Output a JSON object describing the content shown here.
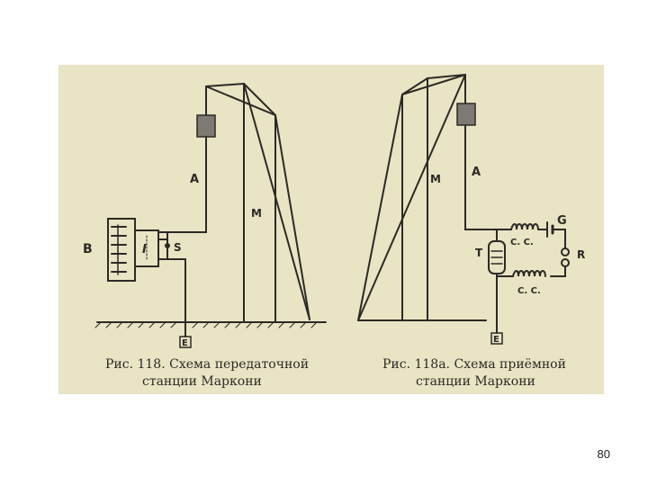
{
  "left_diagram": {
    "labels": {
      "antenna": "A",
      "mast": "M",
      "battery": "B",
      "coil": "I",
      "spark_gap": "S",
      "earth": "E"
    },
    "caption_line1": "Рис. 118. Схема передаточной",
    "caption_line2": "станции Маркони"
  },
  "right_diagram": {
    "labels": {
      "mast": "M",
      "antenna": "A",
      "coherer": "T",
      "cc_top": "С. С.",
      "cc_bottom": "С. С.",
      "battery": "G",
      "relay": "R",
      "earth": "E"
    },
    "caption_line1": "Рис. 118а. Схема приёмной",
    "caption_line2": "станции Маркони"
  },
  "page_number": "80",
  "colors": {
    "paper": "#e9e4c4",
    "ink": "#2b2a26",
    "antenna_plate": "#7c7a72"
  }
}
